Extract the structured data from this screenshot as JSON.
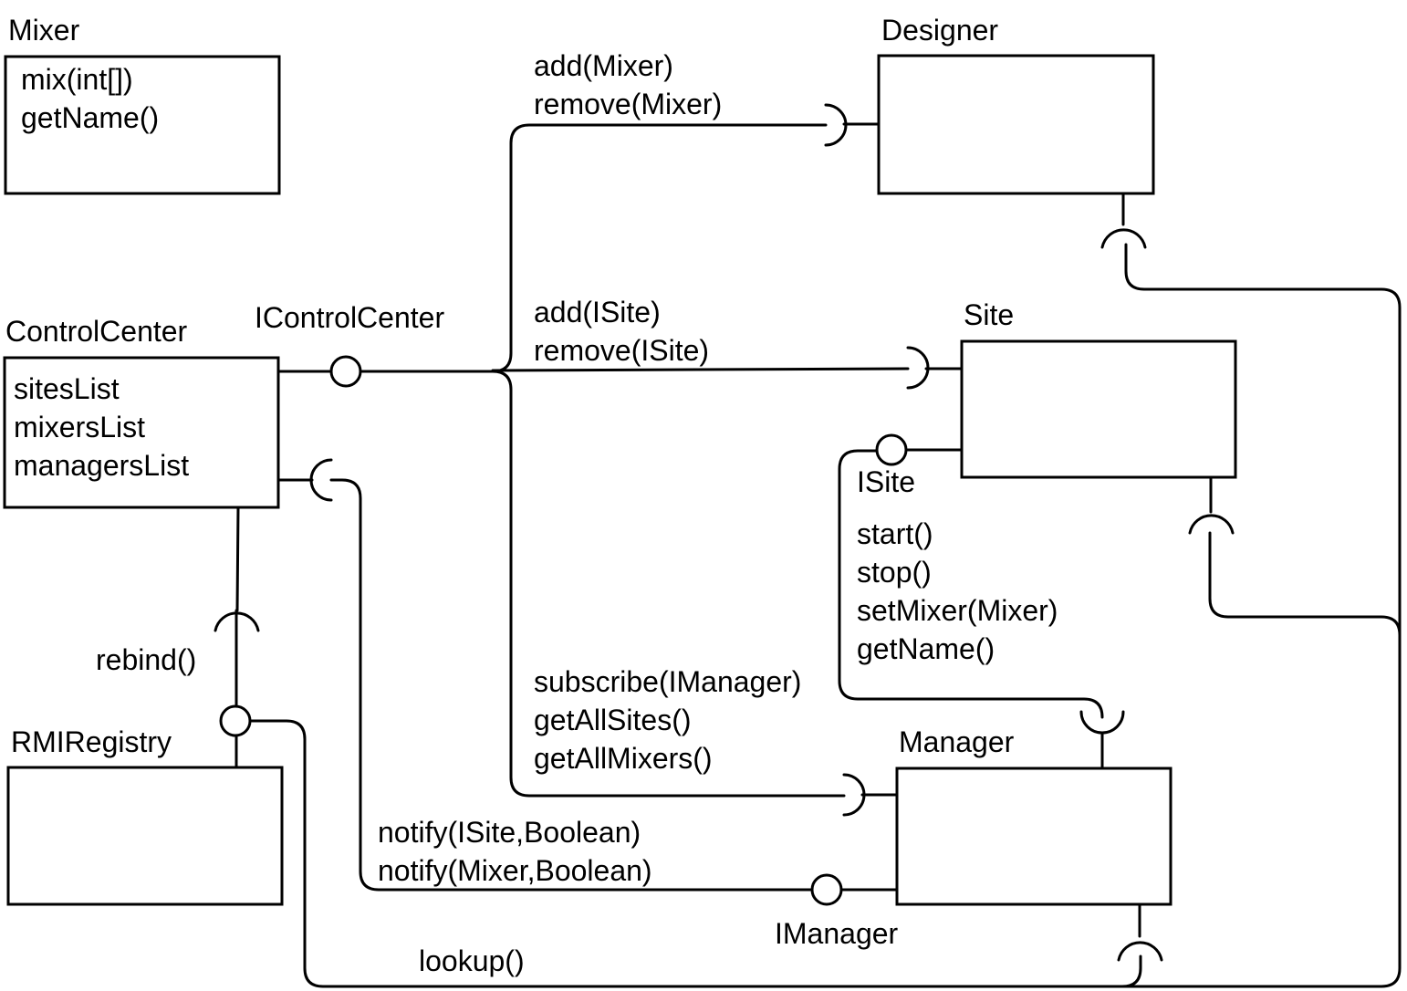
{
  "components": {
    "mixer": {
      "name": "Mixer",
      "members": [
        "mix(int[])",
        "getName()"
      ]
    },
    "designer": {
      "name": "Designer"
    },
    "control_center": {
      "name": "ControlCenter",
      "members": [
        "sitesList",
        "mixersList",
        "managersList"
      ]
    },
    "site": {
      "name": "Site"
    },
    "manager": {
      "name": "Manager"
    },
    "rmi_registry": {
      "name": "RMIRegistry"
    }
  },
  "interfaces": {
    "icontrolcenter": "IControlCenter",
    "isite": "ISite",
    "imanager": "IManager"
  },
  "operations": {
    "designer_ops": [
      "add(Mixer)",
      "remove(Mixer)"
    ],
    "site_ops": [
      "add(ISite)",
      "remove(ISite)"
    ],
    "isite_ops": [
      "start()",
      "stop()",
      "setMixer(Mixer)",
      "getName()"
    ],
    "manager_ops": [
      "subscribe(IManager)",
      "getAllSites()",
      "getAllMixers()"
    ],
    "imanager_ops": [
      "notify(ISite,Boolean)",
      "notify(Mixer,Boolean)"
    ],
    "rebind": "rebind()",
    "lookup": "lookup()"
  }
}
